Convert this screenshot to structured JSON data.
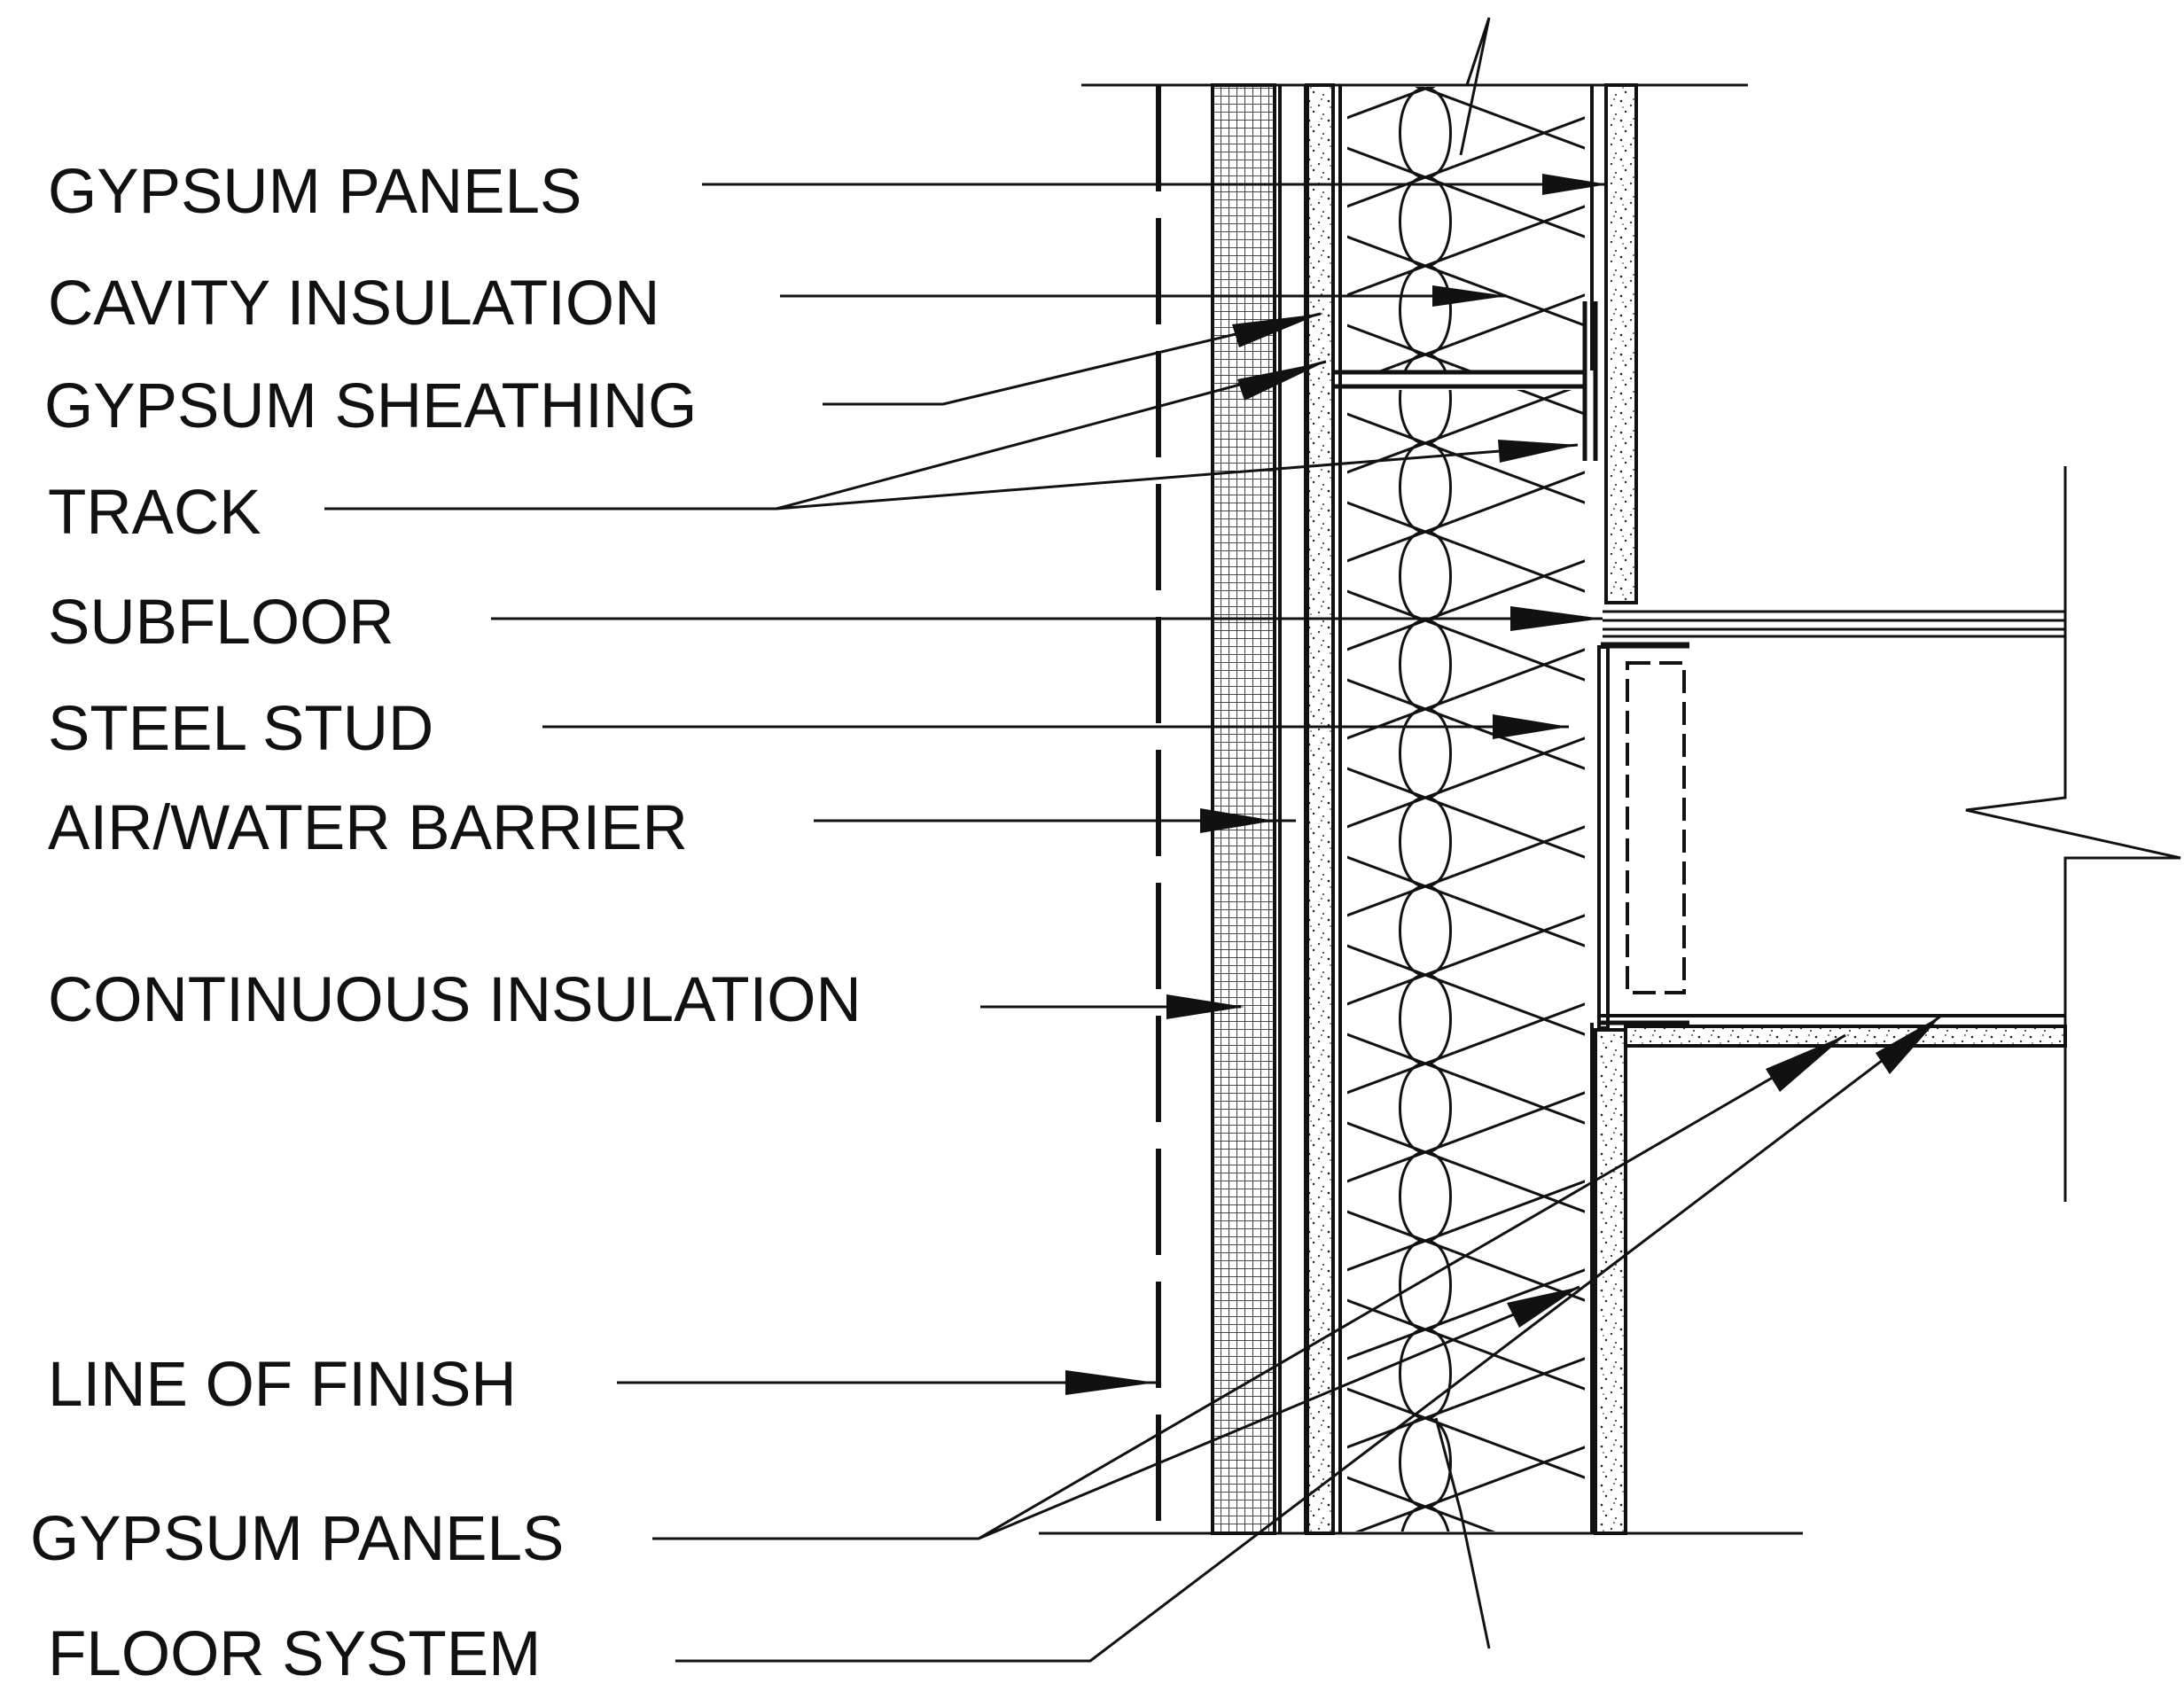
{
  "labels": {
    "gypsum_panels_top": "GYPSUM PANELS",
    "cavity_insulation": "CAVITY INSULATION",
    "gypsum_sheathing": "GYPSUM SHEATHING",
    "track": "TRACK",
    "subfloor": "SUBFLOOR",
    "steel_stud": "STEEL STUD",
    "air_water_barrier": "AIR/WATER BARRIER",
    "continuous_insulation": "CONTINUOUS INSULATION",
    "line_of_finish": "LINE OF FINISH",
    "gypsum_panels_bottom": "GYPSUM PANELS",
    "floor_system": "FLOOR SYSTEM"
  },
  "colors": {
    "ink": "#111111",
    "paper": "#ffffff"
  }
}
